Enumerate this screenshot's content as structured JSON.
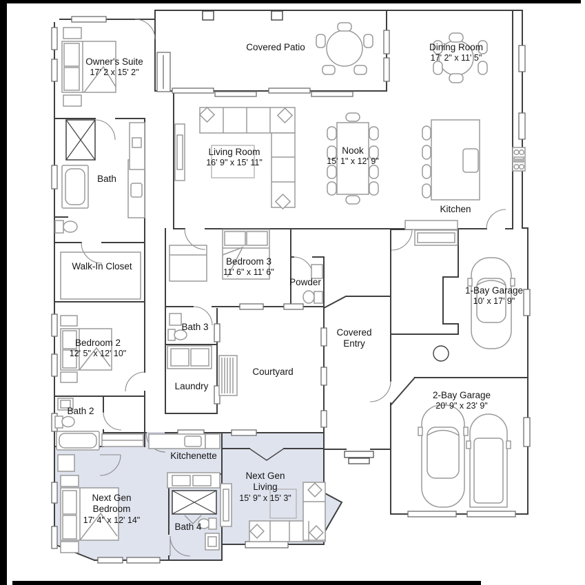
{
  "plan_title": "Floor plan",
  "colors": {
    "highlight": "#dfe3ee",
    "wall": "#3f3f3f",
    "furniture": "#9a9a9a",
    "text": "#141414",
    "frame": "#000000"
  },
  "rooms": {
    "owners_suite": {
      "name": "Owner's Suite",
      "dims": "17' 2 x 15' 2\""
    },
    "covered_patio": {
      "name": "Covered Patio"
    },
    "dining_room": {
      "name": "Dining Room",
      "dims": "17' 2\" x 11' 5\""
    },
    "living_room": {
      "name": "Living Room",
      "dims": "16' 9\" x 15' 11\""
    },
    "nook": {
      "name": "Nook",
      "dims": "15' 1\" x 12' 9\""
    },
    "kitchen": {
      "name": "Kitchen"
    },
    "bath": {
      "name": "Bath"
    },
    "walk_in_closet": {
      "name": "Walk-In Closet"
    },
    "bedroom_3": {
      "name": "Bedroom 3",
      "dims": "11' 6\" x 11' 6\""
    },
    "powder": {
      "name": "Powder"
    },
    "one_bay_garage": {
      "name": "1-Bay Garage",
      "dims": "10' x 17' 9\""
    },
    "bedroom_2": {
      "name": "Bedroom 2",
      "dims": "12' 5\" x 12' 10\""
    },
    "bath_3": {
      "name": "Bath 3"
    },
    "covered_entry": {
      "line1": "Covered",
      "line2": "Entry"
    },
    "courtyard": {
      "name": "Courtyard"
    },
    "laundry": {
      "name": "Laundry"
    },
    "bath_2": {
      "name": "Bath 2"
    },
    "two_bay_garage": {
      "name": "2-Bay Garage",
      "dims": "20' 9\" x 23' 9\""
    },
    "kitchenette": {
      "name": "Kitchenette"
    },
    "next_gen_living": {
      "line1": "Next Gen",
      "line2": "Living",
      "dims": "15' 9\" x 15' 3\""
    },
    "next_gen_bedroom": {
      "line1": "Next Gen",
      "line2": "Bedroom",
      "dims": "17' 4\" x 12' 14\""
    },
    "bath_4": {
      "name": "Bath 4"
    }
  }
}
